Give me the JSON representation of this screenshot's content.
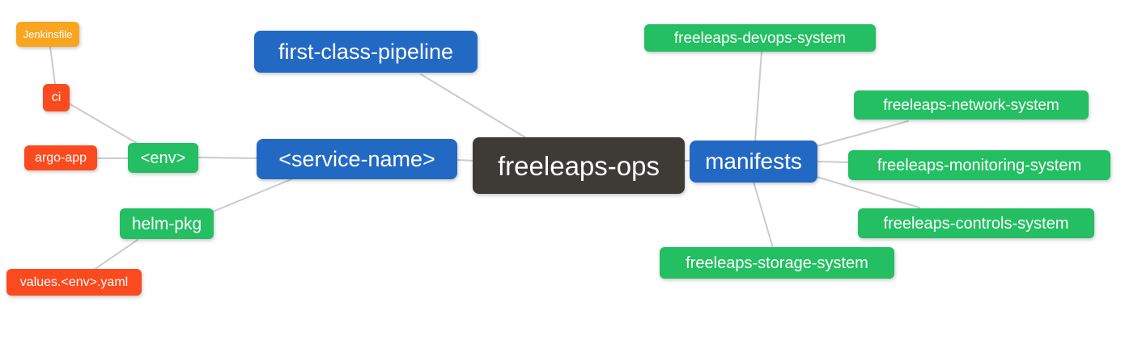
{
  "palette": {
    "blue": "#2269c4",
    "green": "#23bf62",
    "red": "#fb4a1e",
    "orange": "#f9a51f",
    "dark": "#3e3a36",
    "edge": "#cbcbcb",
    "node_text": "#ffffff",
    "background": "#ffffff"
  },
  "nodes": {
    "freeleaps_ops": {
      "label": "freeleaps-ops",
      "color": "dark"
    },
    "service_name": {
      "label": "<service-name>",
      "color": "blue"
    },
    "first_class_pipeline": {
      "label": "first-class-pipeline",
      "color": "blue"
    },
    "manifests": {
      "label": "manifests",
      "color": "blue"
    },
    "env": {
      "label": "<env>",
      "color": "green"
    },
    "helm_pkg": {
      "label": "helm-pkg",
      "color": "green"
    },
    "ci": {
      "label": "ci",
      "color": "red"
    },
    "argo_app": {
      "label": "argo-app",
      "color": "red"
    },
    "values_env_yaml": {
      "label": "values.<env>.yaml",
      "color": "red"
    },
    "jenkinsfile": {
      "label": "Jenkinsfile",
      "color": "orange"
    },
    "devops_system": {
      "label": "freeleaps-devops-system",
      "color": "green"
    },
    "network_system": {
      "label": "freeleaps-network-system",
      "color": "green"
    },
    "monitoring_system": {
      "label": "freeleaps-monitoring-system",
      "color": "green"
    },
    "controls_system": {
      "label": "freeleaps-controls-system",
      "color": "green"
    },
    "storage_system": {
      "label": "freeleaps-storage-system",
      "color": "green"
    }
  },
  "edges": [
    {
      "from": "jenkinsfile",
      "to": "ci"
    },
    {
      "from": "ci",
      "to": "env"
    },
    {
      "from": "argo_app",
      "to": "env"
    },
    {
      "from": "env",
      "to": "service_name"
    },
    {
      "from": "helm_pkg",
      "to": "service_name"
    },
    {
      "from": "values_env_yaml",
      "to": "helm_pkg"
    },
    {
      "from": "first_class_pipeline",
      "to": "freeleaps_ops"
    },
    {
      "from": "service_name",
      "to": "freeleaps_ops"
    },
    {
      "from": "freeleaps_ops",
      "to": "manifests"
    },
    {
      "from": "manifests",
      "to": "devops_system"
    },
    {
      "from": "manifests",
      "to": "network_system"
    },
    {
      "from": "manifests",
      "to": "monitoring_system"
    },
    {
      "from": "manifests",
      "to": "controls_system"
    },
    {
      "from": "manifests",
      "to": "storage_system"
    }
  ]
}
